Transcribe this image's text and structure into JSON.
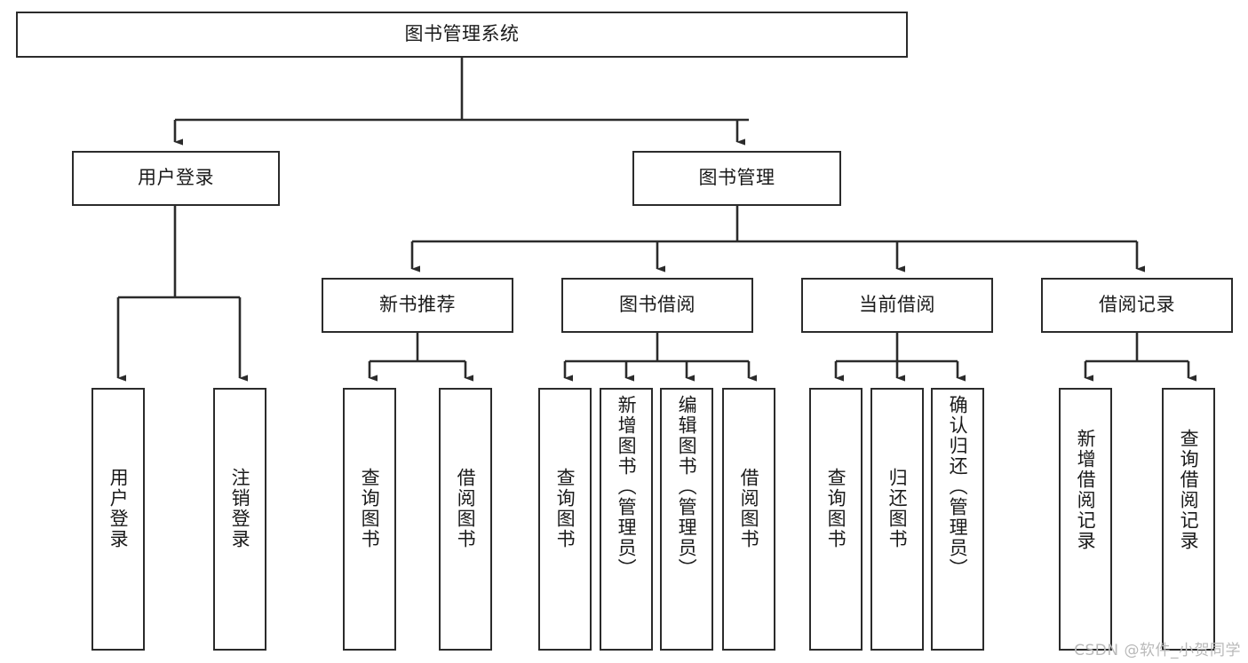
{
  "diagram": {
    "type": "tree-hierarchy",
    "title": "图书管理系统",
    "watermark": "CSDN @软件_小贺同学",
    "colors": {
      "box_border": "#2b2b2b",
      "box_fill": "#ffffff",
      "edge": "#2b2b2b",
      "text": "#1a1a1a",
      "watermark": "#b9b9b9",
      "background": "#ffffff"
    },
    "nodes": {
      "root": {
        "label": "图书管理系统",
        "level": 1,
        "orientation": "horizontal"
      },
      "l2": [
        {
          "id": "user-login",
          "label": "用户登录",
          "level": 2,
          "orientation": "horizontal"
        },
        {
          "id": "book-manage",
          "label": "图书管理",
          "level": 2,
          "orientation": "horizontal"
        }
      ],
      "l3": [
        {
          "id": "new-book-rec",
          "label": "新书推荐",
          "level": 3,
          "orientation": "horizontal"
        },
        {
          "id": "book-borrow",
          "label": "图书借阅",
          "level": 3,
          "orientation": "horizontal"
        },
        {
          "id": "current-borrow",
          "label": "当前借阅",
          "level": 3,
          "orientation": "horizontal"
        },
        {
          "id": "borrow-record",
          "label": "借阅记录",
          "level": 3,
          "orientation": "horizontal"
        }
      ],
      "leaves": [
        {
          "id": "leaf-user-login",
          "label": "用户登录",
          "parent": "user-login",
          "orientation": "vertical"
        },
        {
          "id": "leaf-user-logout",
          "label": "注销登录",
          "parent": "user-login",
          "orientation": "vertical"
        },
        {
          "id": "leaf-query-book-1",
          "label": "查询图书",
          "parent": "new-book-rec",
          "orientation": "vertical"
        },
        {
          "id": "leaf-borrow-book-1",
          "label": "借阅图书",
          "parent": "new-book-rec",
          "orientation": "vertical"
        },
        {
          "id": "leaf-query-book-2",
          "label": "查询图书",
          "parent": "book-borrow",
          "orientation": "vertical"
        },
        {
          "id": "leaf-add-book",
          "label": "新增图书（管理员）",
          "parent": "book-borrow",
          "orientation": "vertical"
        },
        {
          "id": "leaf-edit-book",
          "label": "编辑图书（管理员）",
          "parent": "book-borrow",
          "orientation": "vertical"
        },
        {
          "id": "leaf-borrow-book-2",
          "label": "借阅图书",
          "parent": "book-borrow",
          "orientation": "vertical"
        },
        {
          "id": "leaf-query-book-3",
          "label": "查询图书",
          "parent": "current-borrow",
          "orientation": "vertical"
        },
        {
          "id": "leaf-return-book",
          "label": "归还图书",
          "parent": "current-borrow",
          "orientation": "vertical"
        },
        {
          "id": "leaf-confirm-return",
          "label": "确认归还（管理员）",
          "parent": "current-borrow",
          "orientation": "vertical"
        },
        {
          "id": "leaf-add-record",
          "label": "新增借阅记录",
          "parent": "borrow-record",
          "orientation": "vertical"
        },
        {
          "id": "leaf-query-record",
          "label": "查询借阅记录",
          "parent": "borrow-record",
          "orientation": "vertical"
        }
      ]
    }
  }
}
